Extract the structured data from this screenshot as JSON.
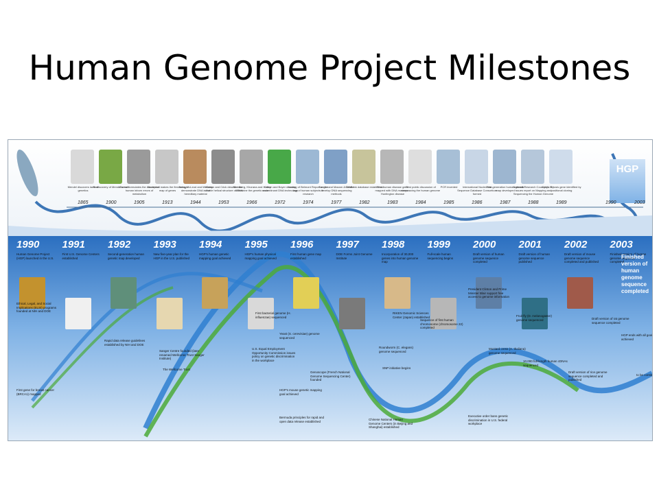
{
  "title": "Human Genome Project Milestones",
  "logo": "HGP",
  "upper_timeline": [
    {
      "year": "1865",
      "caption": "Mendel discovers laws of genetics"
    },
    {
      "year": "1900",
      "caption": "Rediscovery of Mendel's work"
    },
    {
      "year": "1905",
      "caption": "Garrod formulates the concept of human inborn errors of metabolism"
    },
    {
      "year": "1913",
      "caption": "Sturtevant makes the first linkage map of genes"
    },
    {
      "year": "1944",
      "caption": "Avery, McLeod and McCarty demonstrate DNA is the hereditary material"
    },
    {
      "year": "1953",
      "caption": "Watson and Crick describe the double helical structure of DNA"
    },
    {
      "year": "1966",
      "caption": "Nirenberg, Khorana and Holley determine the genetic code"
    },
    {
      "year": "1972",
      "caption": "Cohen and Boyer develop recombinant DNA technology"
    },
    {
      "year": "1974",
      "caption": "Issuing of Belmont Report on the use of human subjects in research"
    },
    {
      "year": "1977",
      "caption": "Sanger and Maxam & Gilbert develop DNA sequencing methods"
    },
    {
      "year": "1982",
      "caption": "GenBank database established"
    },
    {
      "year": "1983",
      "caption": "First human disease gene mapped with DNA markers – Huntington disease"
    },
    {
      "year": "1984",
      "caption": "First public discussion of sequencing the human genome"
    },
    {
      "year": "1985",
      "caption": "PCR invented"
    },
    {
      "year": "1986",
      "caption": "International Nucleotide Sequence Database Consortium formed"
    },
    {
      "year": "1987",
      "caption": "First-generation human genetic map developed"
    },
    {
      "year": "1988",
      "caption": "National Research Council (U.S.) issues report on Mapping and Sequencing the Human Genome"
    },
    {
      "year": "1989",
      "caption": "Cystic fibrosis gene identified by positional cloning"
    },
    {
      "year": "1990",
      "caption": ""
    },
    {
      "year": "2003",
      "caption": ""
    }
  ],
  "lower_timeline": [
    {
      "year": "1990",
      "text": "Human Genome Project (HGP) launched in the U.S."
    },
    {
      "year": "1991",
      "text": "First U.S. Genome Centers established"
    },
    {
      "year": "1992",
      "text": "Second-generation human genetic map developed"
    },
    {
      "year": "1993",
      "text": "New five-year plan for the HGP in the U.S. published"
    },
    {
      "year": "1994",
      "text": "HGP's human genetic mapping goal achieved"
    },
    {
      "year": "1995",
      "text": "HGP's human physical mapping goal achieved"
    },
    {
      "year": "1996",
      "text": "First human gene map established"
    },
    {
      "year": "1997",
      "text": "DOE Forms Joint Genome Institute"
    },
    {
      "year": "1998",
      "text": "Incorporation of 30,000 genes into human genome map"
    },
    {
      "year": "1999",
      "text": "Full-scale human sequencing begins"
    },
    {
      "year": "2000",
      "text": "Draft version of human genome sequence completed"
    },
    {
      "year": "2001",
      "text": "Draft version of human genome sequence published"
    },
    {
      "year": "2002",
      "text": "Draft version of mouse genome sequence completed and published"
    },
    {
      "year": "2003",
      "text": "Finished version of human genome sequence completed"
    }
  ],
  "lower_extra_notes": [
    "Ethical, Legal, and Social Implications (ELSI) programs founded at NIH and DOE",
    "First gene for breast cancer (BRCA1) mapped",
    "Rapid data release guidelines established by NIH and DOE",
    "Sanger Centre founded (later renamed Wellcome Trust Sanger Institute)",
    "The Wellcome Trust",
    "U.S. Equal Employment Opportunity Commission issues policy on genetic discrimination in the workplace",
    "First bacterial genome (H. influenzae) sequenced",
    "Yeast (S. cerevisiae) genome sequenced",
    "HGP's mouse genetic mapping goal achieved",
    "Bermuda principles for rapid and open data release established",
    "Genoscope (French National Genome Sequencing Center) founded",
    "SNP initiative begins",
    "Roundworm (C. elegans) genome sequenced",
    "RIKEN Genomic Sciences Center (Japan) established",
    "Chinese National Human Genome Centers (in Beijing and Shanghai) established",
    "Sequence of first human chromosome (chromosome 22) completed",
    "President Clinton and Prime Minister Blair support free access to genome information",
    "Fruit fly (D. melanogaster) genome sequenced",
    "Mustard cress (A. thaliana) genome sequenced",
    "Executive order bans genetic discrimination in U.S. federal workplace",
    "10,000 full-length human cDNAs sequenced",
    "Draft version of rat genome sequence completed",
    "Draft version of rice genome sequence completed and published",
    "HGP ends with all goals achieved",
    "to be continued..."
  ],
  "final_text": "Finished version of human genome sequence completed",
  "colors": {
    "band_top": "#2b6fc0",
    "band_bottom": "#dceaf8",
    "dna_blue": "#2f7fd0",
    "dna_green": "#4caa3a",
    "year_white": "#ffffff"
  }
}
